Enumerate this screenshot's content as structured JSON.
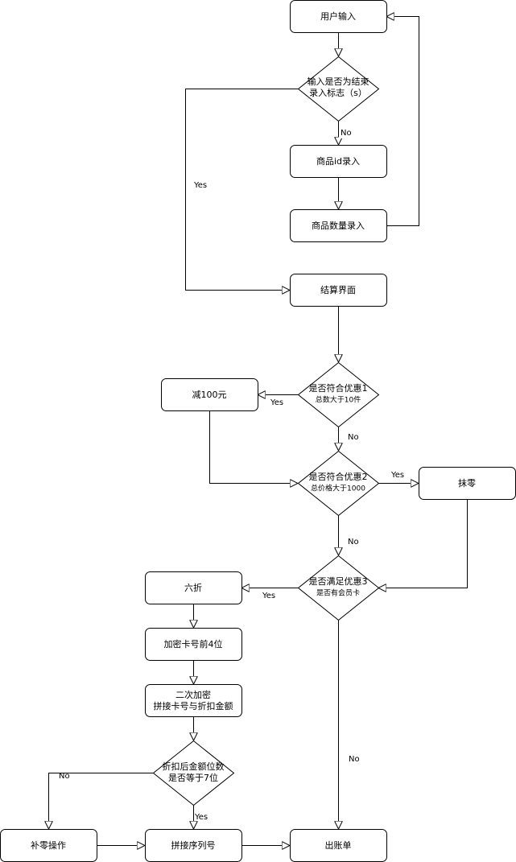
{
  "nodes": {
    "user_input": "用户输入",
    "check_end": [
      "输入是否为结束",
      "录入标志（s）"
    ],
    "product_id": "商品id录入",
    "product_qty": "商品数量录入",
    "checkout": "结算界面",
    "discount1": [
      "是否符合优惠1",
      "总数大于10件"
    ],
    "minus100": "减100元",
    "discount2": [
      "是否符合优惠2",
      "总价格大于1000"
    ],
    "round_off": "抹零",
    "discount3": [
      "是否满足优惠3",
      "是否有会员卡"
    ],
    "sixty_pct": "六折",
    "encrypt4": "加密卡号前4位",
    "encrypt2": [
      "二次加密",
      "拼接卡号与折扣金额"
    ],
    "check7": [
      "折扣后金额位数",
      "是否等于7位"
    ],
    "pad_zero": "补零操作",
    "concat_serial": "拼接序列号",
    "bill": "出账单"
  },
  "edge_labels": {
    "yes": "Yes",
    "no": "No"
  }
}
